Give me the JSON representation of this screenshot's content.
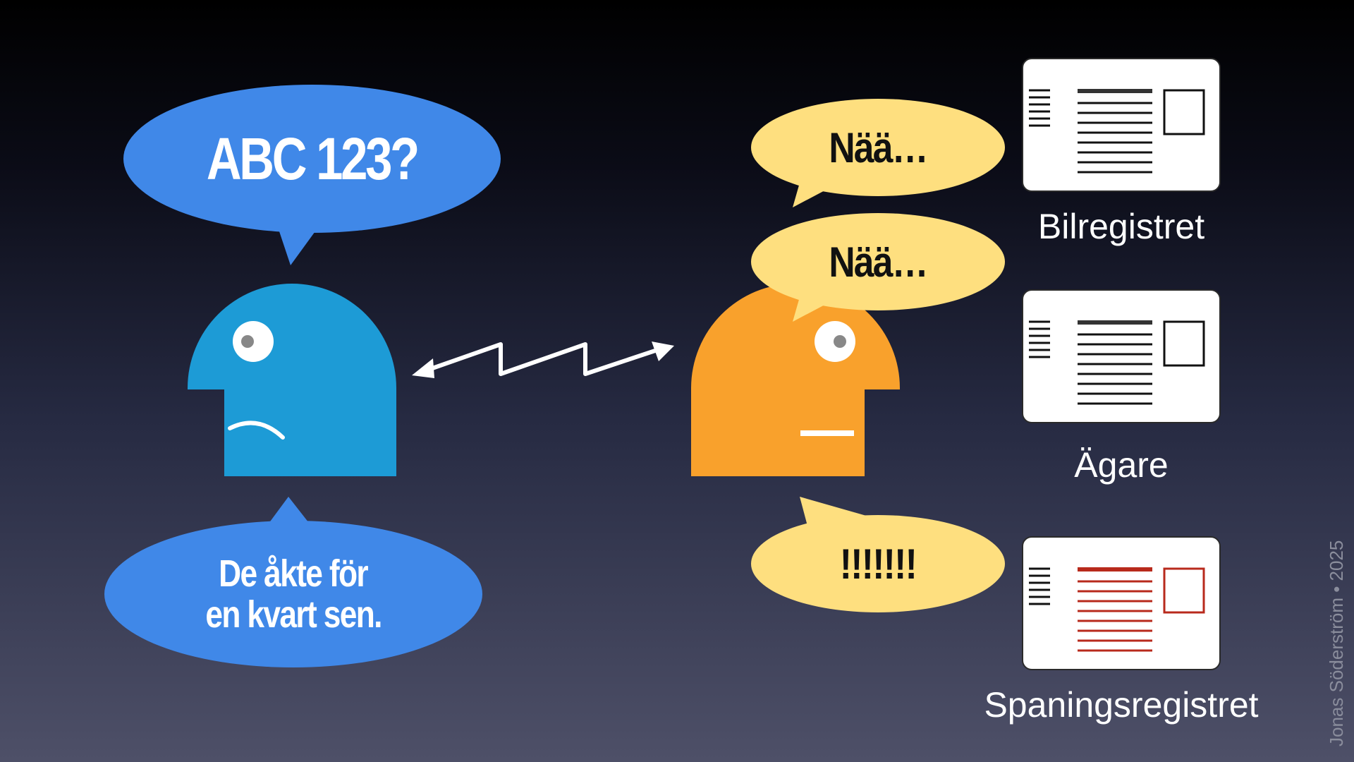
{
  "left_person": {
    "question": "ABC 123?",
    "answer_line1": "De åkte för",
    "answer_line2": "en kvart sen.",
    "color": "#1d9bd6"
  },
  "right_person": {
    "reply1": "Nää…",
    "reply2": "Nää…",
    "reply3": "!!!!!!!",
    "color": "#f9a12c"
  },
  "registers": [
    {
      "label": "Bilregistret",
      "line_color": "#111111",
      "alert": false
    },
    {
      "label": "Ägare",
      "line_color": "#111111",
      "alert": false
    },
    {
      "label": "Spaningsregistret",
      "line_color": "#b82a1c",
      "alert": true
    }
  ],
  "credit": "Jonas Söderström • 2025",
  "colors": {
    "blue_bubble": "#4088e8",
    "yellow_bubble": "#fedf7f"
  }
}
